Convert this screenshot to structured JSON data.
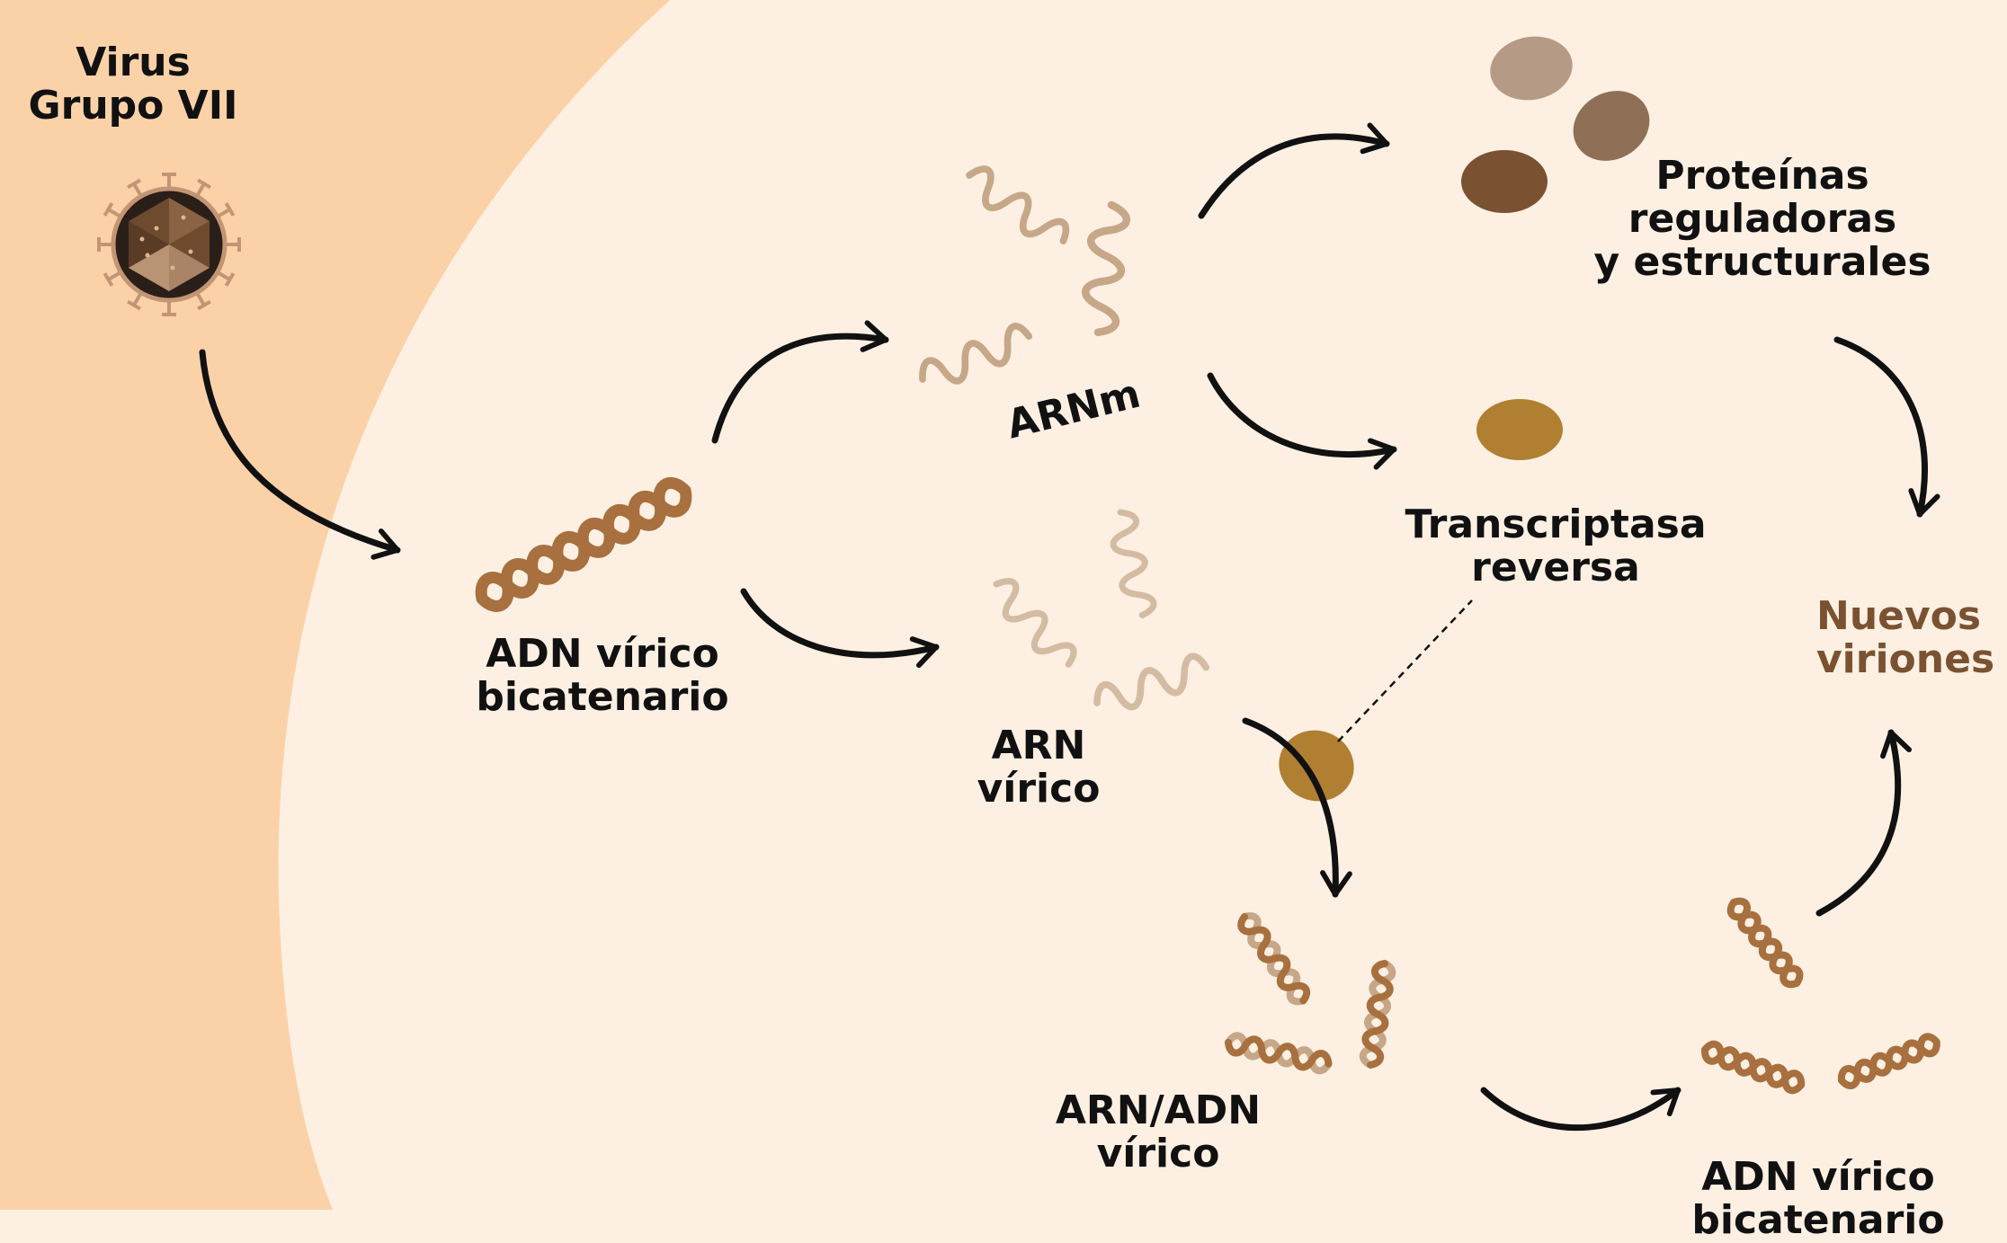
{
  "virus_label": {
    "line1": "Virus",
    "line2": "Grupo VII"
  },
  "dna_start": {
    "line1": "ADN vírico",
    "line2": "bicatenario"
  },
  "mrna": {
    "label": "ARNm"
  },
  "proteins": {
    "line1": "Proteínas",
    "line2": "reguladoras",
    "line3": "y estructurales"
  },
  "reverse_transcriptase": {
    "line1": "Transcriptasa",
    "line2": "reversa"
  },
  "viral_rna": {
    "line1": "ARN",
    "line2": "vírico"
  },
  "hybrid": {
    "line1": "ARN/ADN",
    "line2": "vírico"
  },
  "dna_end": {
    "line1": "ADN vírico",
    "line2": "bicatenario"
  },
  "new_virions": {
    "line1": "Nuevos",
    "line2": "viriones"
  },
  "colors": {
    "outside": "#fbd2a8",
    "cell": "#fdf0e3",
    "dna": "#a8703e",
    "rna": "#c6a788",
    "enzyme": "#b07f31",
    "protein_light": "#b59a86",
    "protein_mid": "#8f6f55",
    "protein_dark": "#7a5232",
    "text": "#111111"
  }
}
